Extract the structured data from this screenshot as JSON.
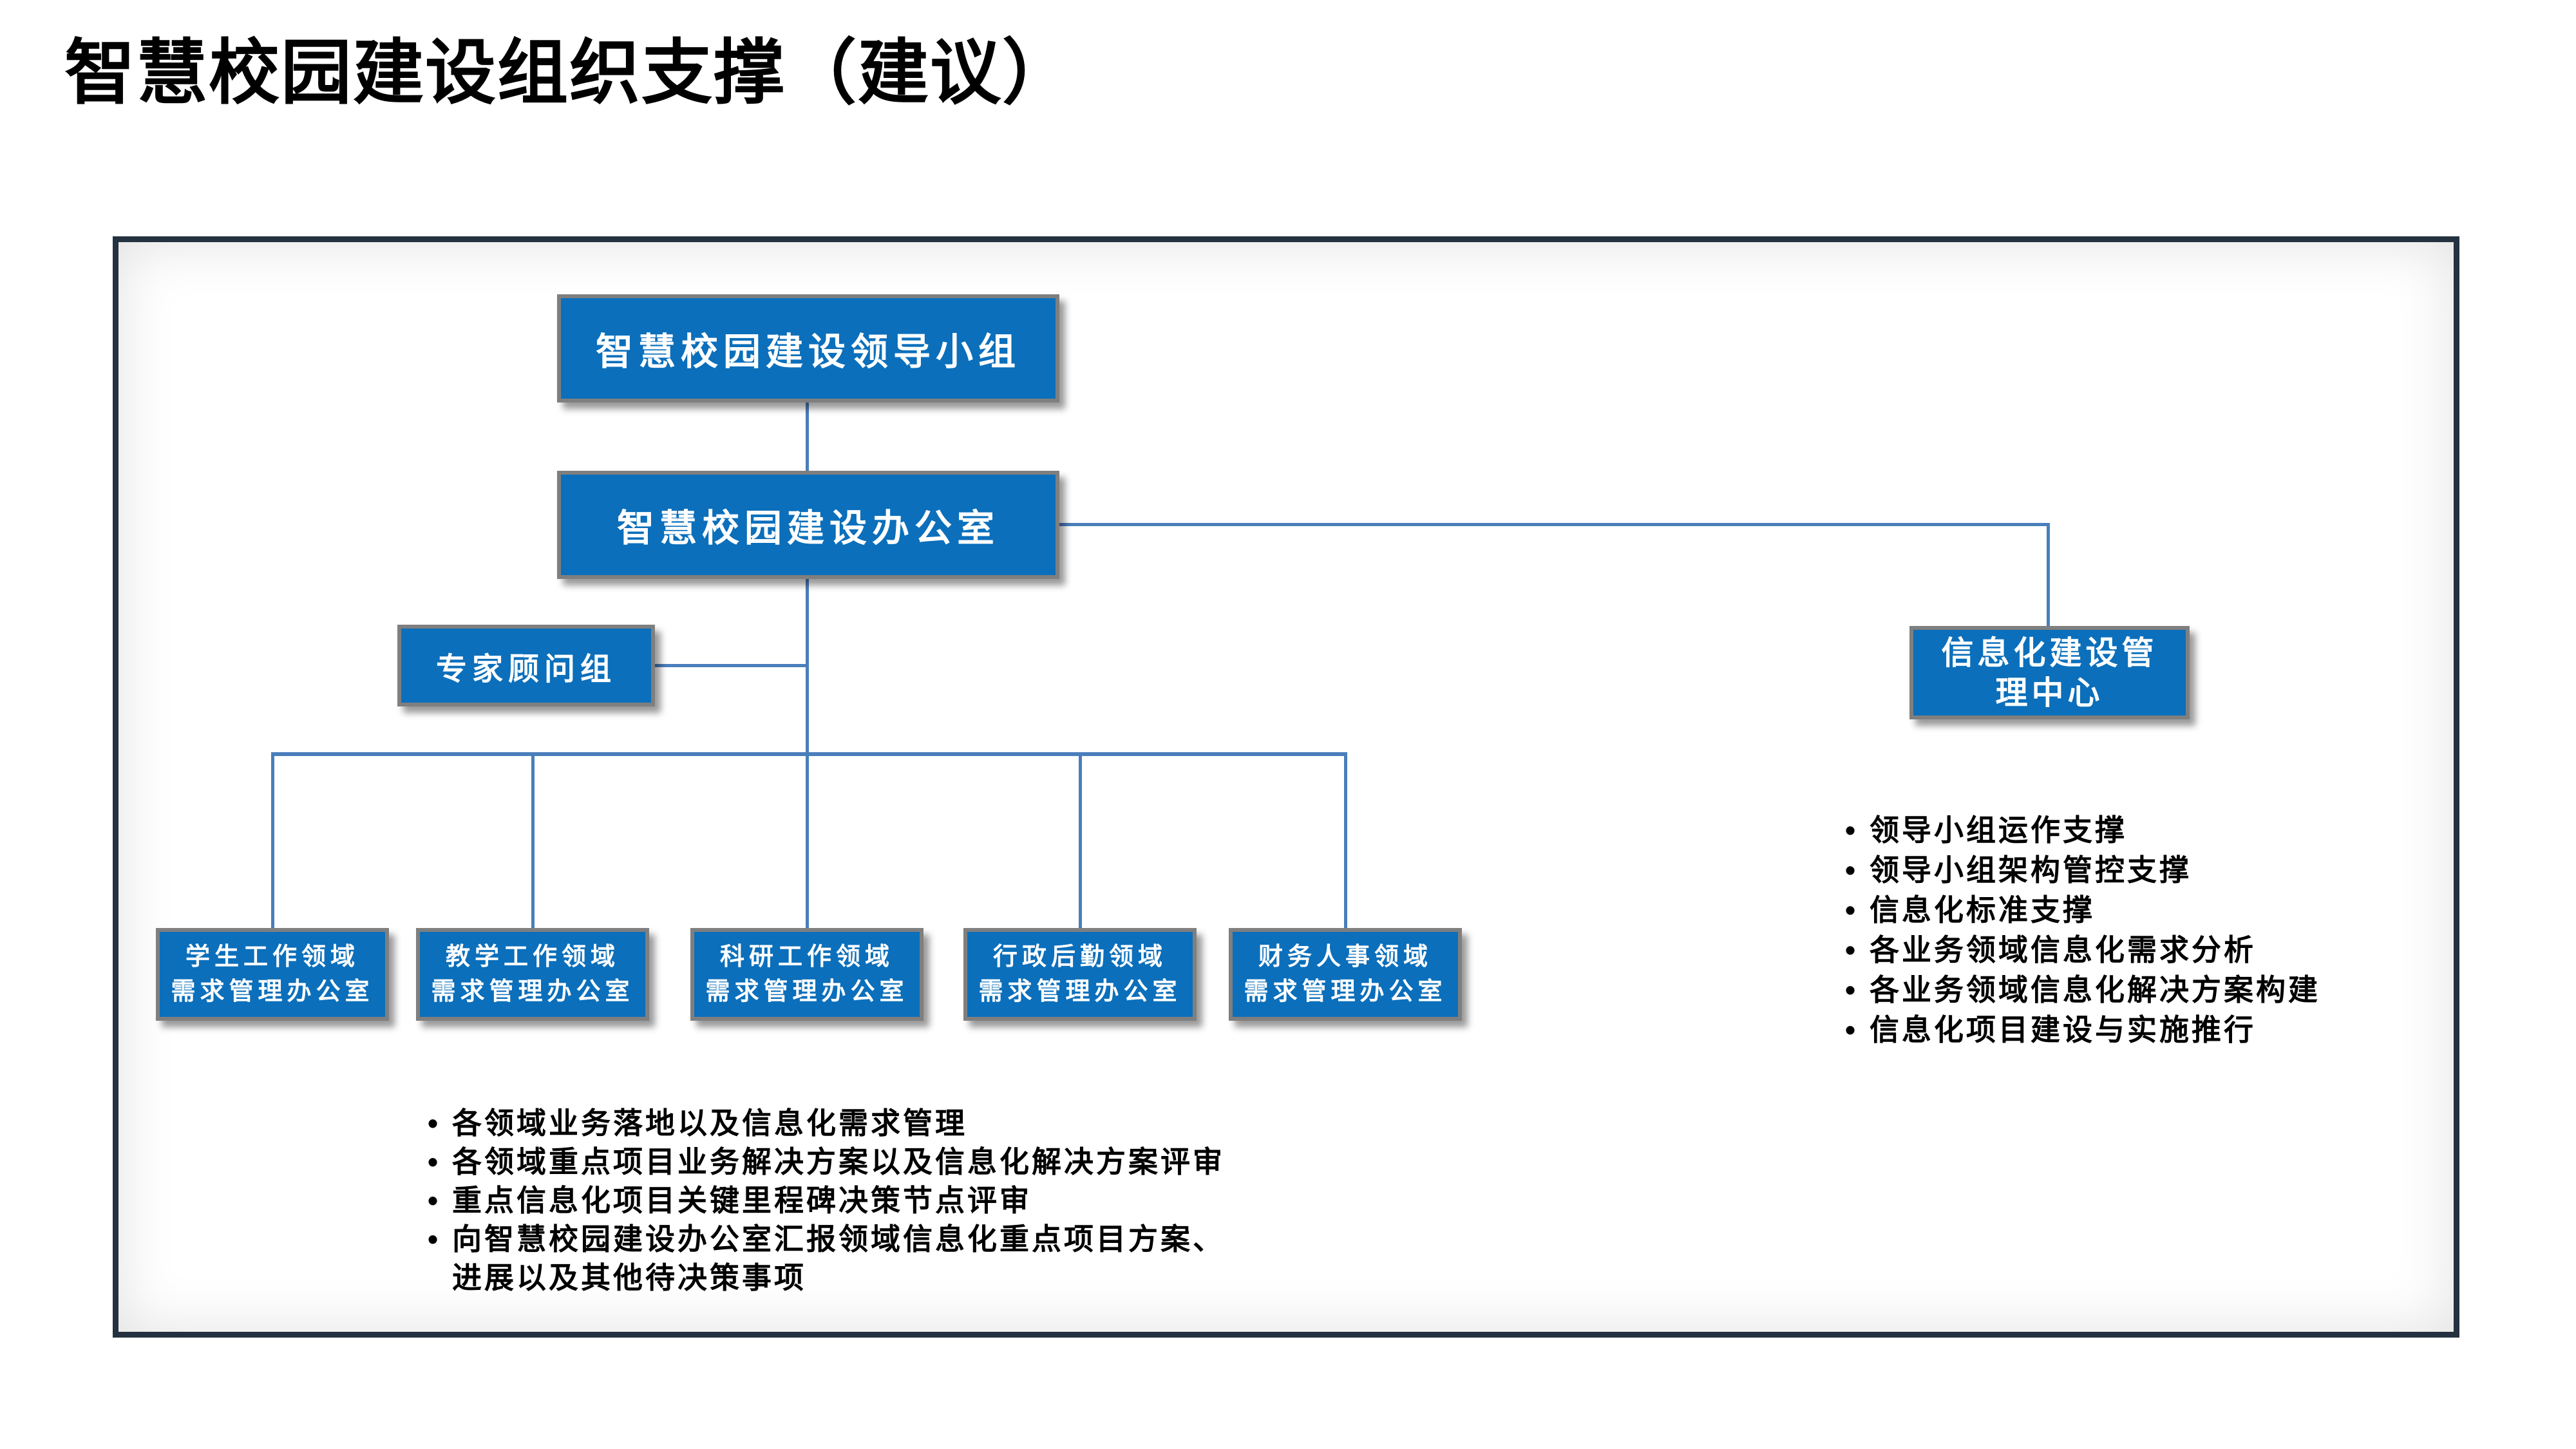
{
  "slide": {
    "title": "智慧校园建设组织支撑（建议）",
    "bullet_char": "•"
  },
  "chart": {
    "leadership_group": "智慧校园建设领导小组",
    "office": "智慧校园建设办公室",
    "expert_group": "专家顾问组",
    "info_center": {
      "lines": [
        "信息化建设管",
        "理中心"
      ]
    },
    "departments": [
      {
        "lines": [
          "学生工作领域",
          "需求管理办公室"
        ]
      },
      {
        "lines": [
          "教学工作领域",
          "需求管理办公室"
        ]
      },
      {
        "lines": [
          "科研工作领域",
          "需求管理办公室"
        ]
      },
      {
        "lines": [
          "行政后勤领域",
          "需求管理办公室"
        ]
      },
      {
        "lines": [
          "财务人事领域",
          "需求管理办公室"
        ]
      }
    ]
  },
  "notes": {
    "info_center": [
      "领导小组运作支撑",
      "领导小组架构管控支撑",
      "信息化标准支撑",
      "各业务领域信息化需求分析",
      "各业务领域信息化解决方案构建",
      "信息化项目建设与实施推行"
    ],
    "departments": [
      "各领域业务落地以及信息化需求管理",
      "各领域重点项目业务解决方案以及信息化解决方案评审",
      "重点信息化项目关键里程碑决策节点评审",
      "向智慧校园建设办公室汇报领域信息化重点项目方案、进展以及其他待决策事项"
    ]
  },
  "colors": {
    "box_fill": "#0B6FBB",
    "box_border": "#7F7F7F",
    "connector": "#4A7EBB",
    "frame_border": "#243140",
    "text_on_box": "#FFFFFF",
    "text": "#000000"
  }
}
